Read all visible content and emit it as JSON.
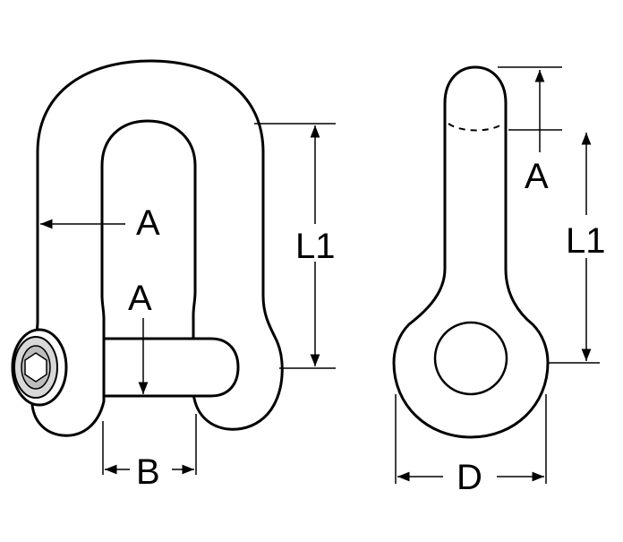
{
  "diagram": {
    "front_view": {
      "label_a_outer": "A",
      "label_a_pin": "A",
      "label_l1": "L1",
      "label_b": "B"
    },
    "side_view": {
      "label_a": "A",
      "label_l1": "L1",
      "label_d": "D"
    },
    "colors": {
      "line": "#000000",
      "background": "#ffffff",
      "shading": "#d8d8d8"
    }
  }
}
